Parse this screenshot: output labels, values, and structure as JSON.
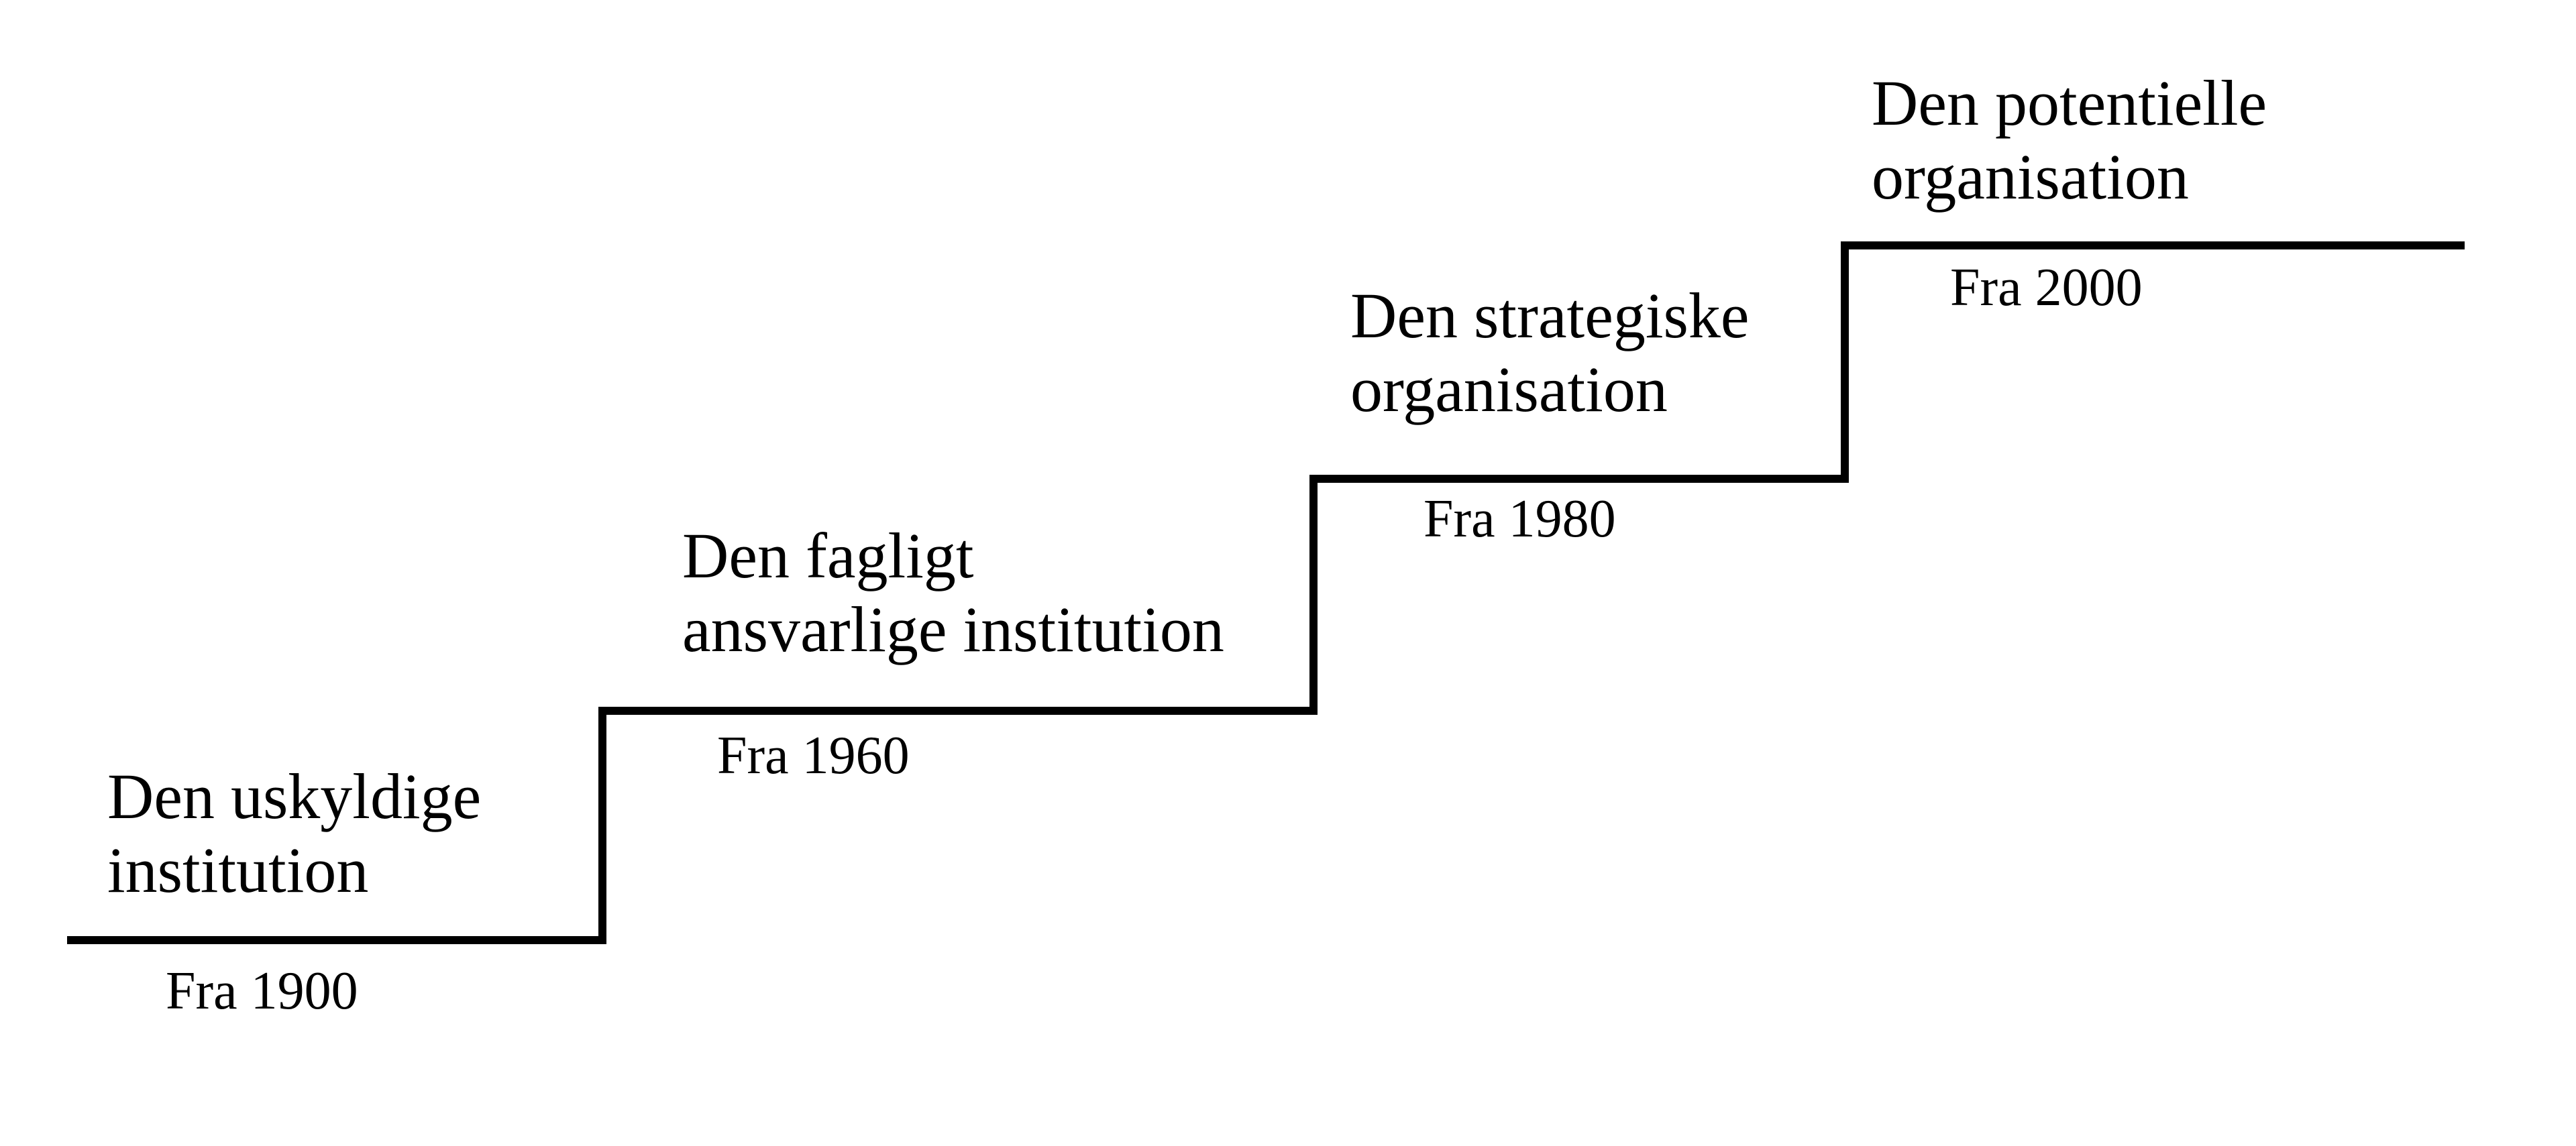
{
  "diagram": {
    "colors": {
      "line": "#000000",
      "text": "#000000",
      "background": "#ffffff"
    },
    "stages": [
      {
        "title_line1": "Den uskyldige",
        "title_line2": "institution",
        "year_label": "Fra 1900"
      },
      {
        "title_line1": "Den fagligt",
        "title_line2": "ansvarlige institution",
        "year_label": "Fra 1960"
      },
      {
        "title_line1": "Den strategiske",
        "title_line2": "organisation",
        "year_label": "Fra 1980"
      },
      {
        "title_line1": "Den potentielle",
        "title_line2": "organisation",
        "year_label": "Fra 2000"
      }
    ]
  }
}
